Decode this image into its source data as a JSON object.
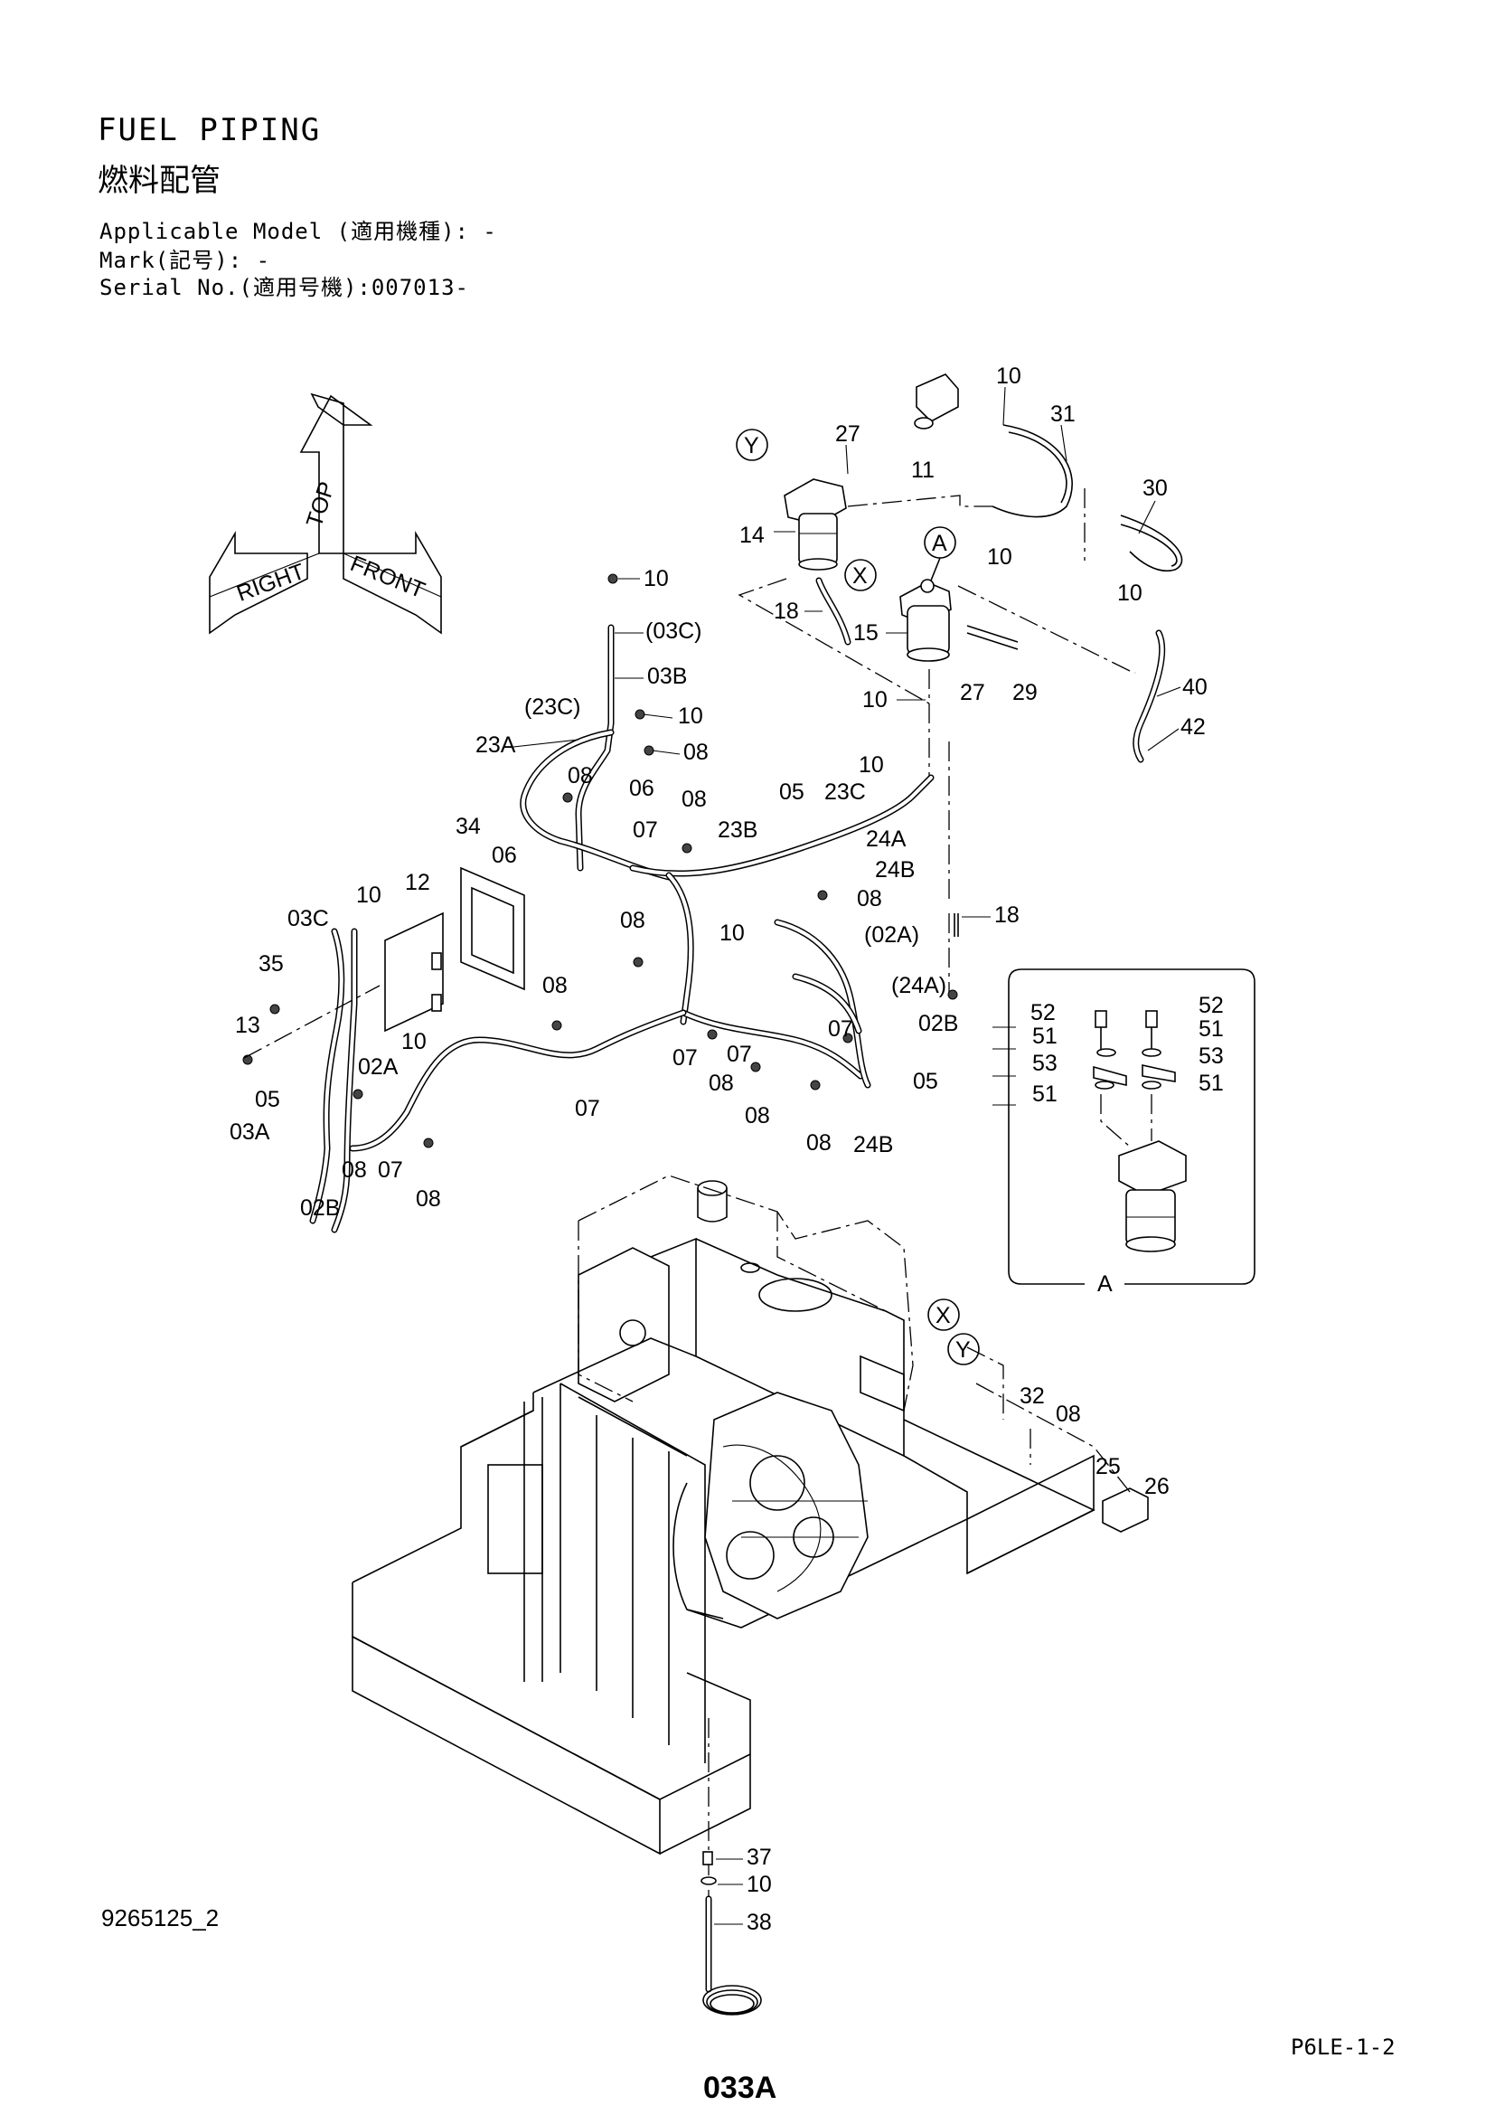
{
  "header": {
    "title_en": "FUEL PIPING",
    "title_jp": "燃料配管",
    "applicable_model": "Applicable Model (適用機種): -",
    "mark": "Mark(記号): -",
    "serial_no": "Serial No.(適用号機):007013-"
  },
  "direction_indicator": {
    "top": "TOP",
    "right": "RIGHT",
    "front": "FRONT"
  },
  "callouts": {
    "c10a": "10",
    "c31": "31",
    "c27a": "27",
    "c11": "11",
    "c30": "30",
    "c10b": "10",
    "c10c": "10",
    "c14": "14",
    "c10d": "10",
    "c03c_p": "(03C)",
    "c18a": "18",
    "c15": "15",
    "c03b": "03B",
    "c40": "40",
    "c27b": "27",
    "c29": "29",
    "c10e": "10",
    "c23c_p": "(23C)",
    "c10f": "10",
    "c42": "42",
    "c23a": "23A",
    "c08a": "08",
    "c06a": "06",
    "c10g": "10",
    "c08b": "08",
    "c08c": "08",
    "c05a": "05",
    "c23c": "23C",
    "c34": "34",
    "c06b": "06",
    "c07a": "07",
    "c23b": "23B",
    "c24a": "24A",
    "c24b_a": "24B",
    "c08d": "08",
    "c12": "12",
    "c10h": "10",
    "c18b": "18",
    "c03c": "03C",
    "c08e": "08",
    "c10i": "10",
    "c02a_p": "(02A)",
    "c35": "35",
    "c24a_p": "(24A)",
    "c08f": "08",
    "c13": "13",
    "c10j": "10",
    "c07b": "07",
    "c02b": "02B",
    "c02a": "02A",
    "c07c": "07",
    "c07d": "07",
    "c05b": "05",
    "c08g": "08",
    "c05c": "05",
    "c07e": "07",
    "c03a": "03A",
    "c08h": "08",
    "c08i": "08",
    "c24b_b": "24B",
    "c08j": "08",
    "c07f": "07",
    "c08k": "08",
    "c02b_b": "02B",
    "c32": "32",
    "c08l": "08",
    "c25": "25",
    "c26": "26",
    "c37": "37",
    "c10k": "10",
    "c38": "38"
  },
  "detail_a": {
    "label": "A",
    "c52a": "52",
    "c52b": "52",
    "c51a": "51",
    "c51b": "51",
    "c53a": "53",
    "c53b": "53",
    "c51c": "51",
    "c51d": "51"
  },
  "view_markers": {
    "x_top": "X",
    "y_top": "Y",
    "a_top": "A",
    "x_frame": "X",
    "y_frame": "Y"
  },
  "footer": {
    "doc_no": "9265125_2",
    "ref_code": "P6LE-1-2",
    "page_no": "033A"
  }
}
